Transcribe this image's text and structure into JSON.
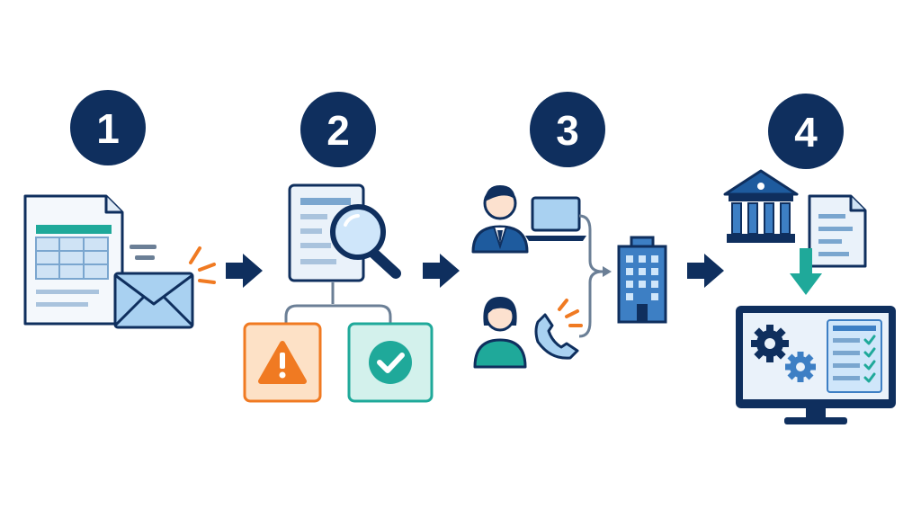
{
  "steps": [
    {
      "number": "1",
      "icons": [
        "spreadsheet-document-icon",
        "envelope-icon"
      ]
    },
    {
      "number": "2",
      "icons": [
        "document-search-icon",
        "warning-icon",
        "checkmark-icon"
      ]
    },
    {
      "number": "3",
      "icons": [
        "businessman-icon",
        "laptop-icon",
        "woman-icon",
        "phone-icon",
        "office-building-icon"
      ]
    },
    {
      "number": "4",
      "icons": [
        "bank-icon",
        "document-icon",
        "download-arrow-icon",
        "monitor-gears-icon"
      ]
    }
  ],
  "colors": {
    "navy": "#0f2f5e",
    "mid_blue": "#3d7fc4",
    "light_blue": "#a9d1f1",
    "orange": "#f07a22",
    "teal": "#1fa99a",
    "line_gray": "#6b7f96"
  }
}
